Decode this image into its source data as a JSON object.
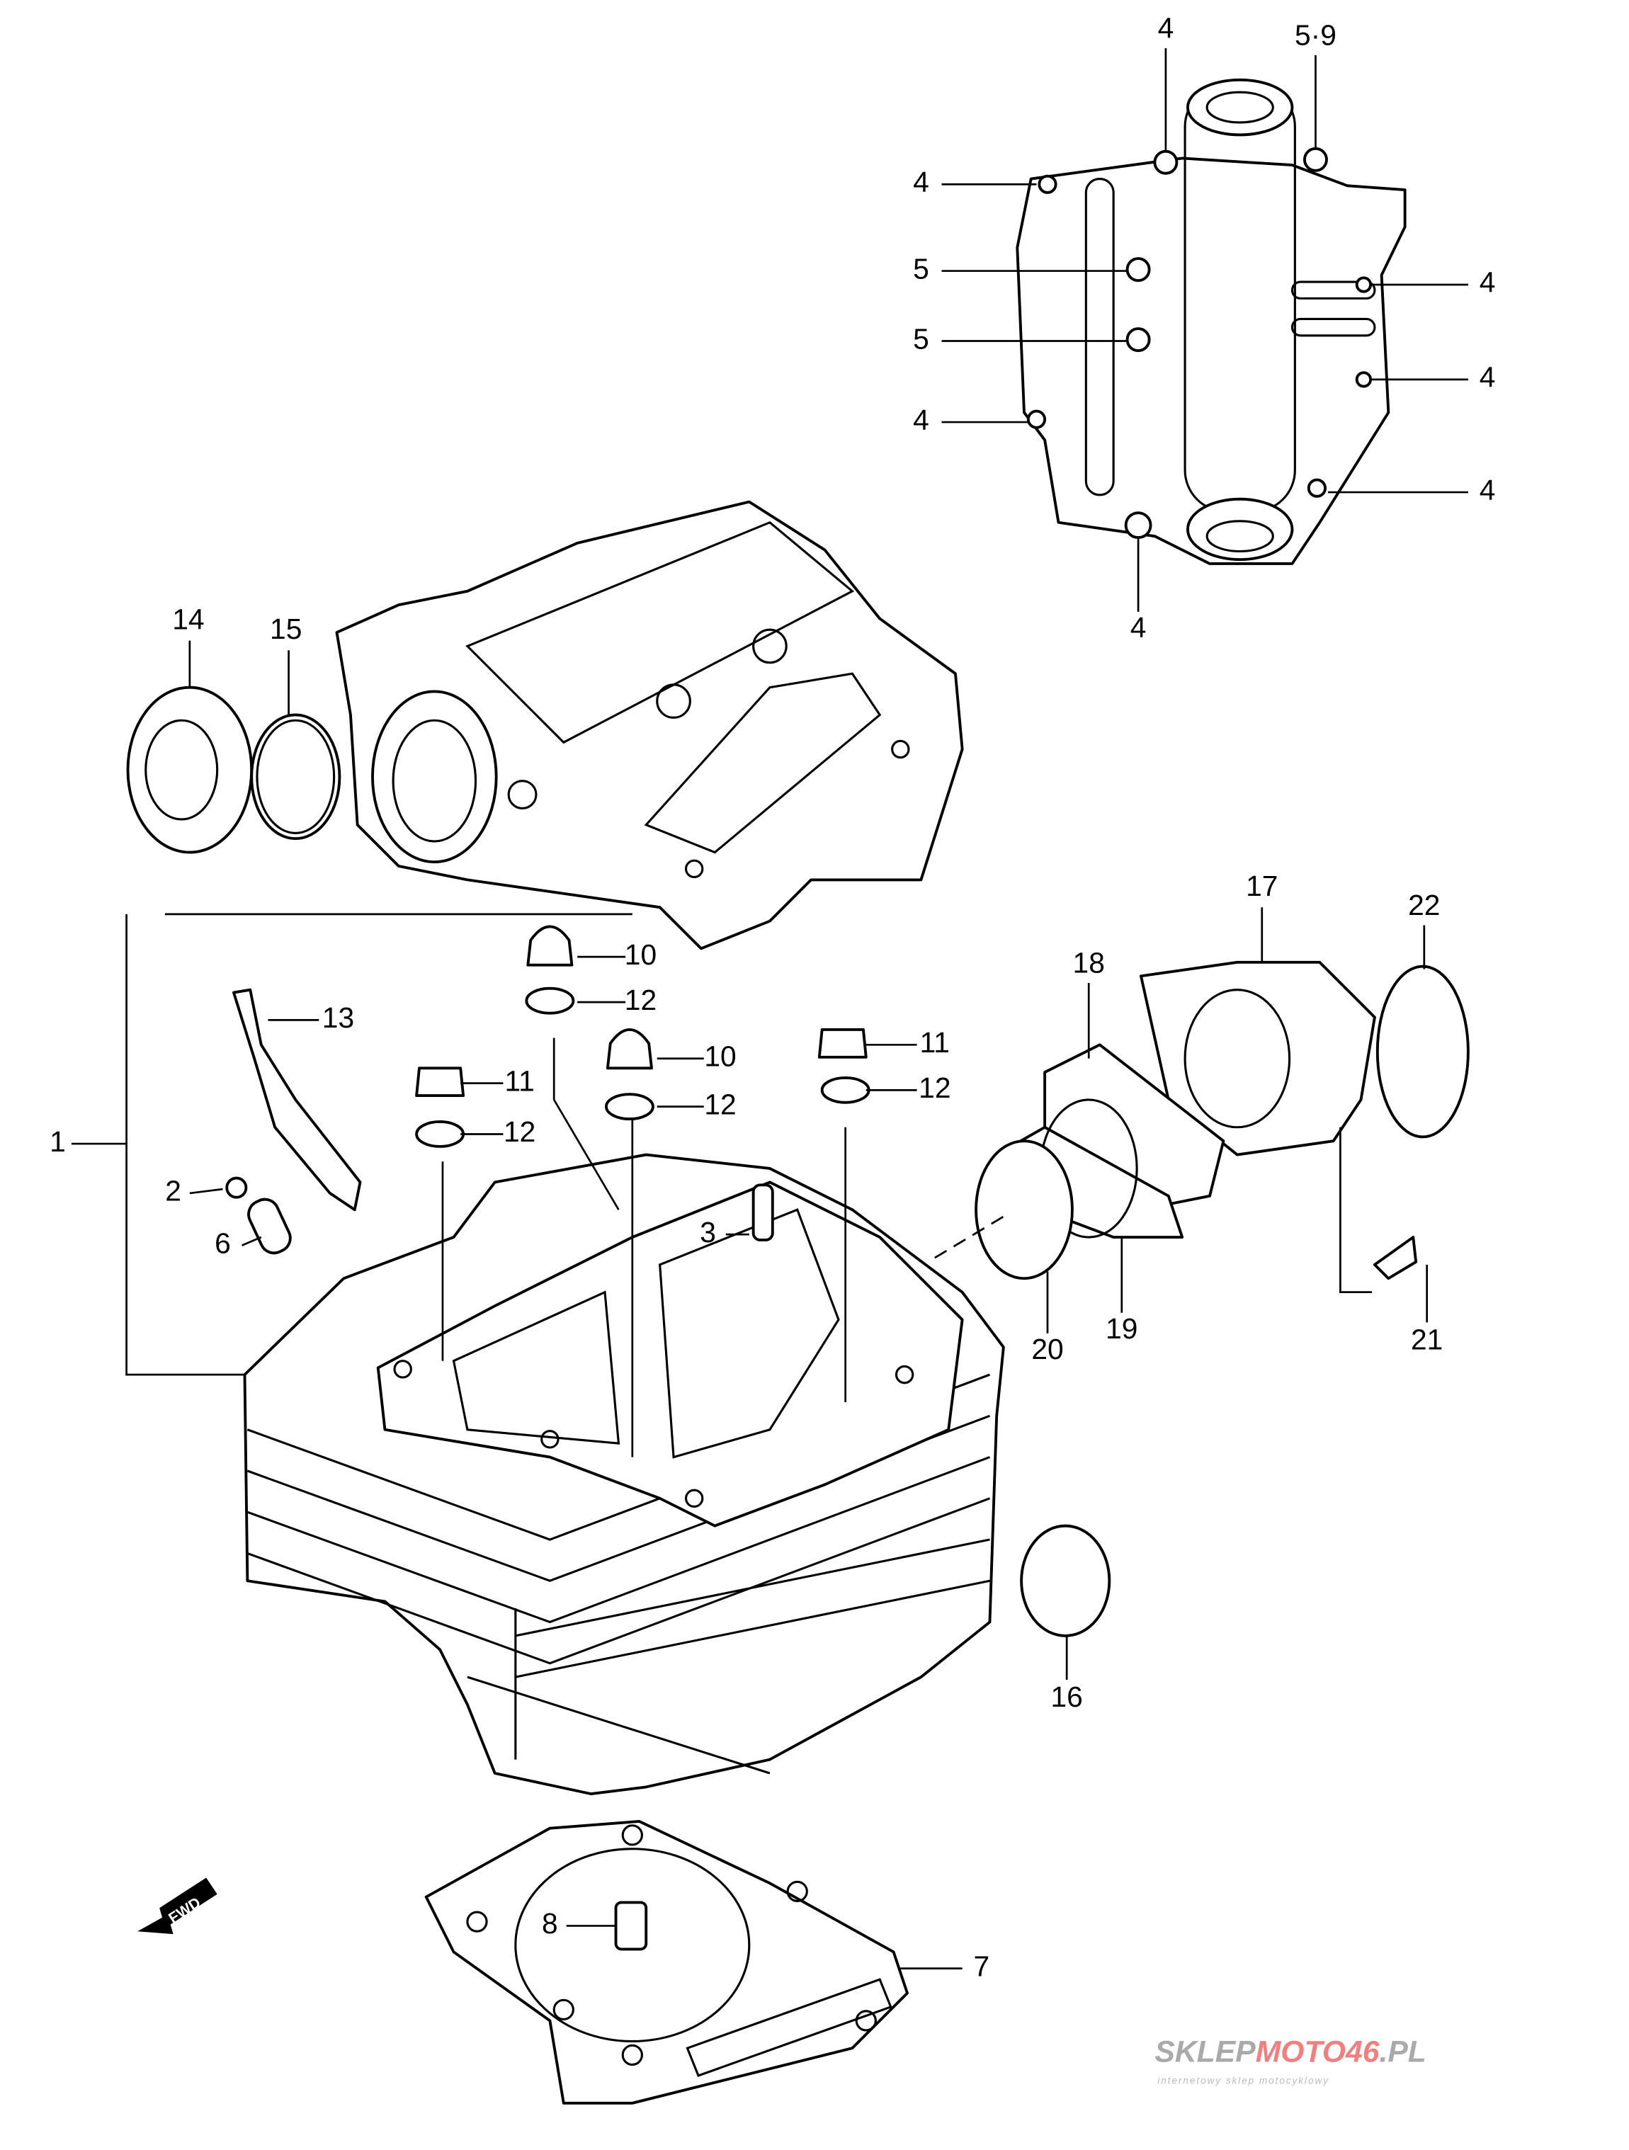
{
  "diagram": {
    "callouts": [
      "4",
      "5·9",
      "4",
      "5",
      "4",
      "5",
      "4",
      "4",
      "4",
      "4",
      "14",
      "15",
      "10",
      "12",
      "13",
      "10",
      "11",
      "11",
      "12",
      "12",
      "12",
      "17",
      "22",
      "18",
      "1",
      "2",
      "3",
      "6",
      "20",
      "19",
      "21",
      "16",
      "8",
      "7"
    ],
    "direction_marker": "FWD",
    "icons": [
      "fwd-arrow-icon"
    ],
    "colors": {
      "line": "#000000",
      "background": "#ffffff"
    },
    "watermark": {
      "brand_a": "SKLEP",
      "brand_b": "MOTO46",
      "brand_c": ".PL",
      "tagline": "internetowy sklep motocyklowy",
      "accent": "#f08080",
      "gray": "#aaaaaa"
    }
  }
}
